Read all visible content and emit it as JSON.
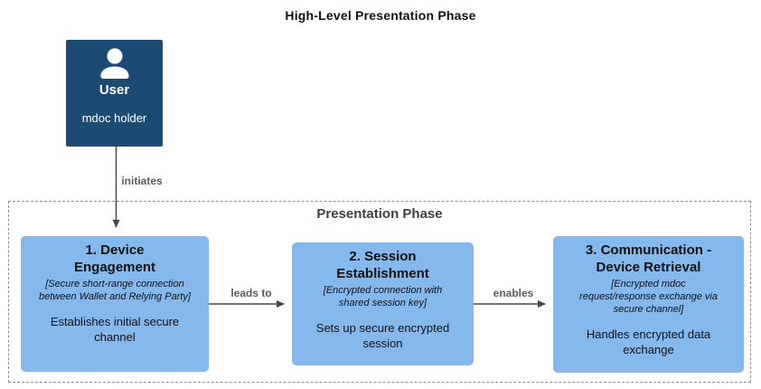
{
  "title": "High-Level Presentation Phase",
  "user": {
    "name": "User",
    "subtitle": "mdoc holder",
    "icon": "person-icon"
  },
  "edges": [
    {
      "label": "initiates"
    },
    {
      "label": "leads to"
    },
    {
      "label": "enables"
    }
  ],
  "phase": {
    "label": "Presentation Phase",
    "boxes": [
      {
        "title": "1. Device Engagement",
        "note": "[Secure short-range connection between Wallet and Relying Party]",
        "description": "Establishes initial secure channel"
      },
      {
        "title": "2. Session Establishment",
        "note": "[Encrypted connection with shared session key]",
        "description": "Sets up secure encrypted session"
      },
      {
        "title": "3. Communication - Device Retrieval",
        "note": "[Encrypted mdoc request/response exchange via secure channel]",
        "description": "Handles encrypted data exchange"
      }
    ]
  },
  "colors": {
    "user_node_fill": "#1b4a73",
    "phase_box_fill": "#85b9ee",
    "arrow": "#464646",
    "edge_label_text": "#5b5b5b",
    "container_border": "#8f8f8f",
    "title_text": "#111111",
    "phase_label_text": "#3f3f3f"
  }
}
